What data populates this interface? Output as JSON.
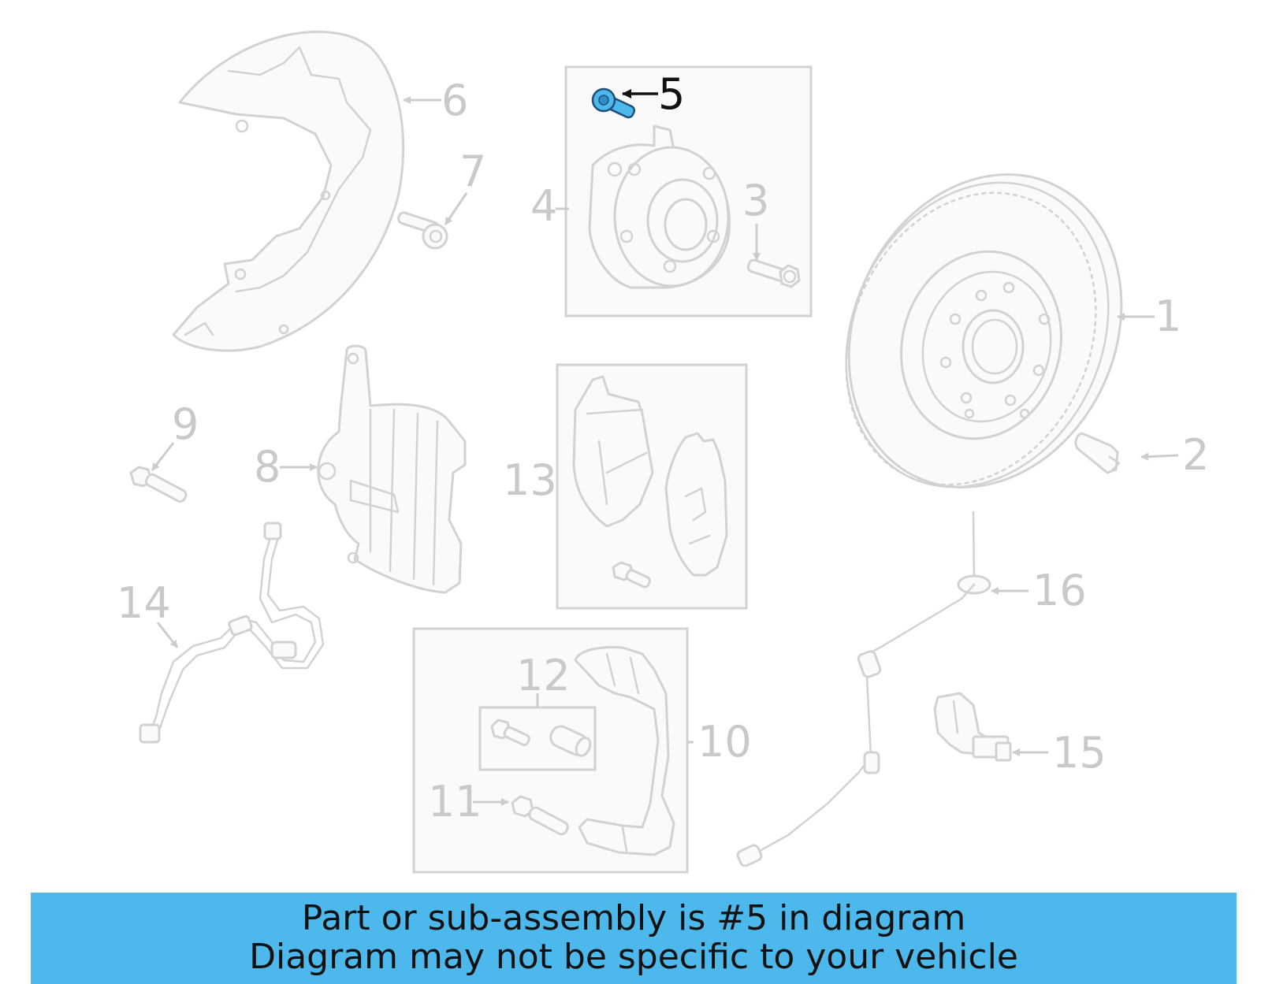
{
  "callouts": {
    "c1": "1",
    "c2": "2",
    "c3": "3",
    "c4": "4",
    "c5": "5",
    "c6": "6",
    "c7": "7",
    "c8": "8",
    "c9": "9",
    "c10": "10",
    "c11": "11",
    "c12": "12",
    "c13": "13",
    "c14": "14",
    "c15": "15",
    "c16": "16"
  },
  "highlight": {
    "part_number": "5",
    "color": "#4db8ec"
  },
  "banner": {
    "line1": "Part or sub-assembly is #5 in diagram",
    "line2": "Diagram may not be specific to your vehicle",
    "color": "#4db8ec"
  }
}
